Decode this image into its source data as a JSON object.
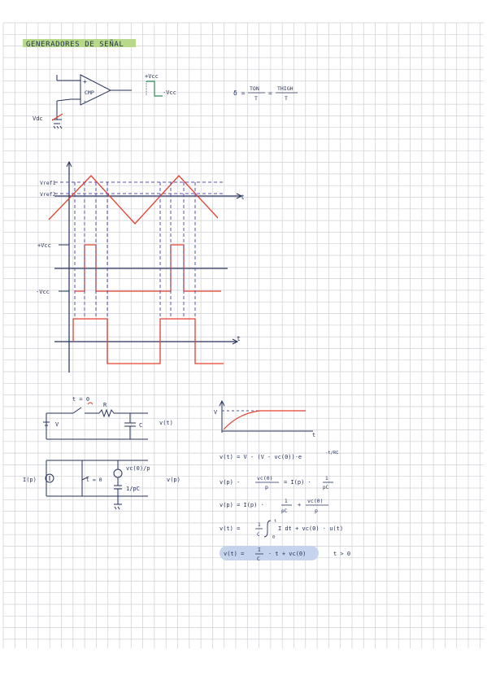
{
  "title": "GENERADORES DE SEÑAL",
  "colors": {
    "grid": "#cfcfd6",
    "ink": "#26325a",
    "red": "#e2412f",
    "purple": "#5b4fae",
    "title_highlight": "#b8d98a",
    "eq_highlight": "#c5d3ec"
  },
  "comparator": {
    "plus": "+",
    "minus": "-",
    "label": "CMP",
    "vdc": "Vdc",
    "out_high": "+Vcc",
    "out_low": "-Vcc"
  },
  "duty_formula": {
    "lhs": "δ =",
    "frac1_num": "TON",
    "frac1_den": "T",
    "eq": "=",
    "frac2_num": "THIGH",
    "frac2_den": "T"
  },
  "waveforms": {
    "v_ref1": "Vref1",
    "v_ref2": "Vref2",
    "t_axis_1": "t",
    "plus_vcc": "+Vcc",
    "minus_vcc": "-Vcc",
    "t_axis_3": "t"
  },
  "rc_circuit": {
    "switch_label": "t = 0",
    "r_label": "R",
    "c_label": "C",
    "v_source": "V",
    "v_out": "v(t)"
  },
  "rc_graph": {
    "v_level": "V",
    "t_label": "t"
  },
  "laplace_circuit": {
    "source": "I(p)",
    "switch": "t = 0",
    "cap_ic": "vc(0)/p",
    "cap_imp": "1/pC",
    "v_out": "v(p)"
  },
  "equations": {
    "eq1": "v(t) = V - (V - vc(0))·e",
    "eq1_exp": "-t/RC",
    "eq2_a": "v(p) -",
    "eq2_frac_num": "vc(0)",
    "eq2_frac_den": "p",
    "eq2_b": "= I(p) ·",
    "eq2_frac2_num": "1",
    "eq2_frac2_den": "pC",
    "eq3_a": "v(p) = I(p) ·",
    "eq3_frac_num": "1",
    "eq3_frac_den": "pC",
    "eq3_b": "+",
    "eq3_frac2_num": "vc(0)",
    "eq3_frac2_den": "p",
    "eq4_a": "v(t) =",
    "eq4_frac_num": "1",
    "eq4_frac_den": "C",
    "eq4_b": "I dt + vc(0) · u(t)",
    "eq4_lim_up": "t",
    "eq4_lim_low": "0",
    "eq5_a": "v(t) =",
    "eq5_frac_num": "I",
    "eq5_frac_den": "C",
    "eq5_b": "· t + vc(0)",
    "eq5_cond": "t > 0"
  }
}
